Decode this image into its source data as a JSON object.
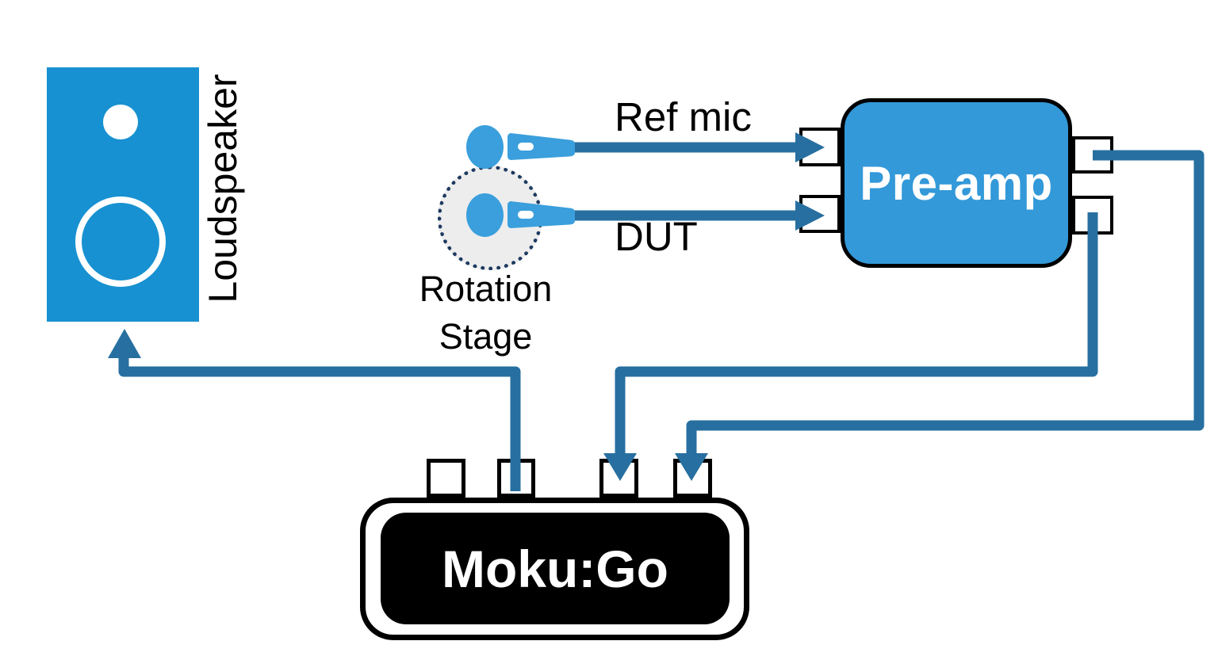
{
  "labels": {
    "loudspeaker": "Loudspeaker",
    "ref_mic": "Ref mic",
    "dut": "DUT",
    "rotation_stage": "Rotation Stage",
    "preamp": "Pre-amp",
    "moku_go": "Moku:Go"
  },
  "colors": {
    "speaker_blue": "#1791D1",
    "mic_blue": "#3A9FDC",
    "preamp_blue": "#3399D9",
    "connector_blue": "#276FA0",
    "stage_fill": "#EDEDEE",
    "stage_dot_border": "#1E3A5F",
    "moku_body": "#000000",
    "text_color": "#000000"
  }
}
